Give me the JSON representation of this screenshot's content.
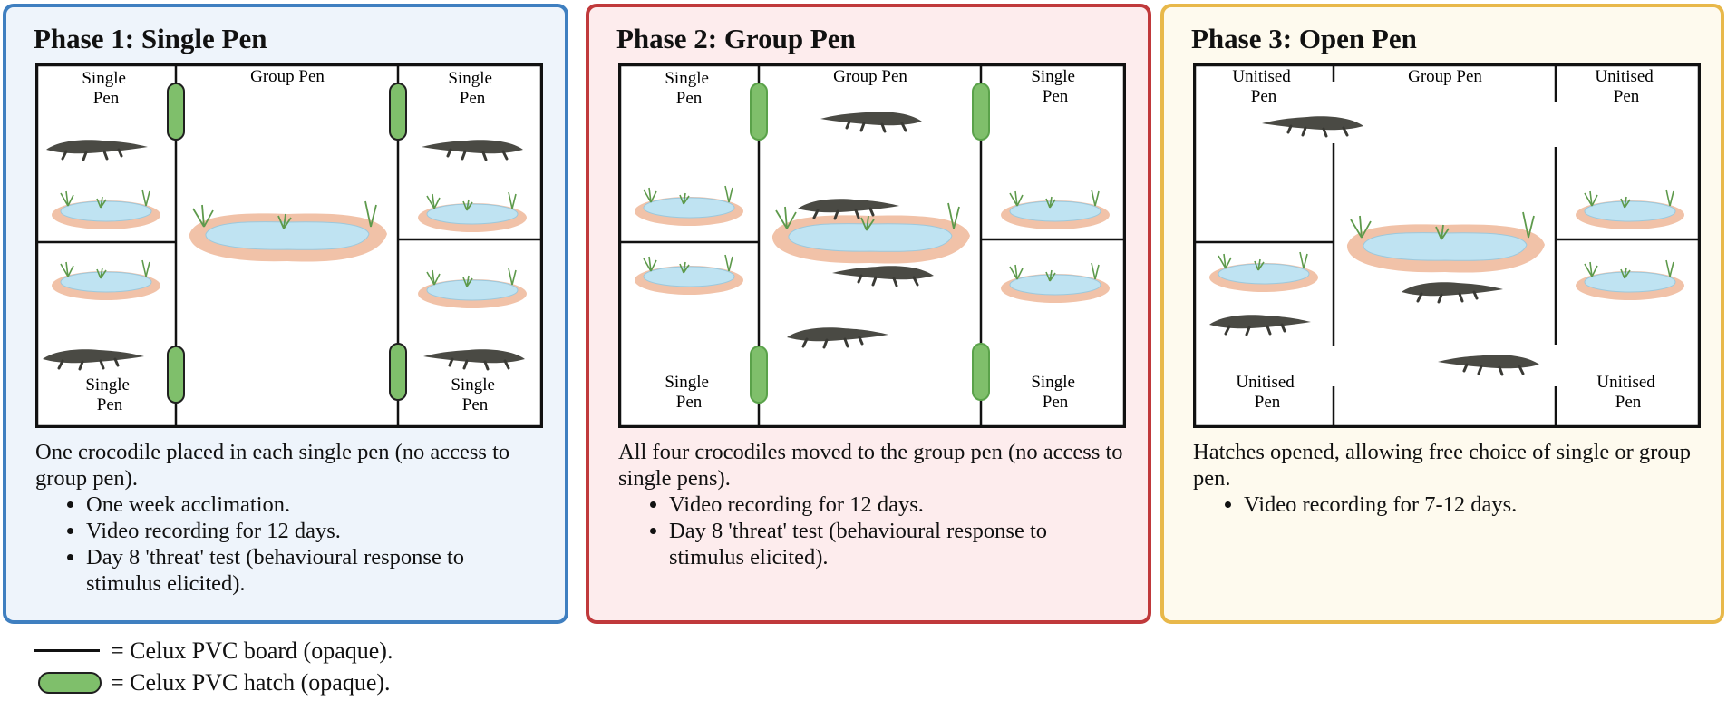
{
  "phases": [
    {
      "title": "Phase 1: Single Pen",
      "description": "One crocodile placed in each single pen (no access to group pen).",
      "bullets": [
        "One week acclimation.",
        "Video recording for 12 days.",
        "Day 8 'threat' test (behavioural response to stimulus elicited)."
      ],
      "pen_labels": {
        "top_left": "Single Pen",
        "group": "Group Pen",
        "top_right": "Single Pen",
        "bottom_left": "Single Pen",
        "bottom_right": "Single Pen"
      },
      "border_color": "#3f7fc0",
      "hatches": "closed"
    },
    {
      "title": "Phase 2: Group Pen",
      "description": "All four crocodiles moved to the group pen (no access to single pens).",
      "bullets": [
        "Video recording for 12 days.",
        "Day 8 'threat' test (behavioural response to stimulus elicited)."
      ],
      "pen_labels": {
        "top_left": "Single Pen",
        "group": "Group Pen",
        "top_right": "Single Pen",
        "bottom_left": "Single Pen",
        "bottom_right": "Single Pen"
      },
      "border_color": "#c0393b",
      "hatches": "closed"
    },
    {
      "title": "Phase 3: Open Pen",
      "description": "Hatches opened, allowing free choice of single or group pen.",
      "bullets": [
        "Video recording for 7-12 days."
      ],
      "pen_labels": {
        "top_left": "Unitised Pen",
        "group": "Group Pen",
        "top_right": "Unitised Pen",
        "bottom_left": "Unitised Pen",
        "bottom_right": "Unitised Pen"
      },
      "border_color": "#e8b84a",
      "hatches": "open"
    }
  ],
  "legend": {
    "board": "= Celux PVC board (opaque).",
    "hatch": "= Celux PVC hatch (opaque)."
  },
  "colors": {
    "hatch_fill": "#7fbf6b",
    "water": "#bfe3f2",
    "sand": "#f1c2a8",
    "crocodile": "#4a4a44"
  }
}
